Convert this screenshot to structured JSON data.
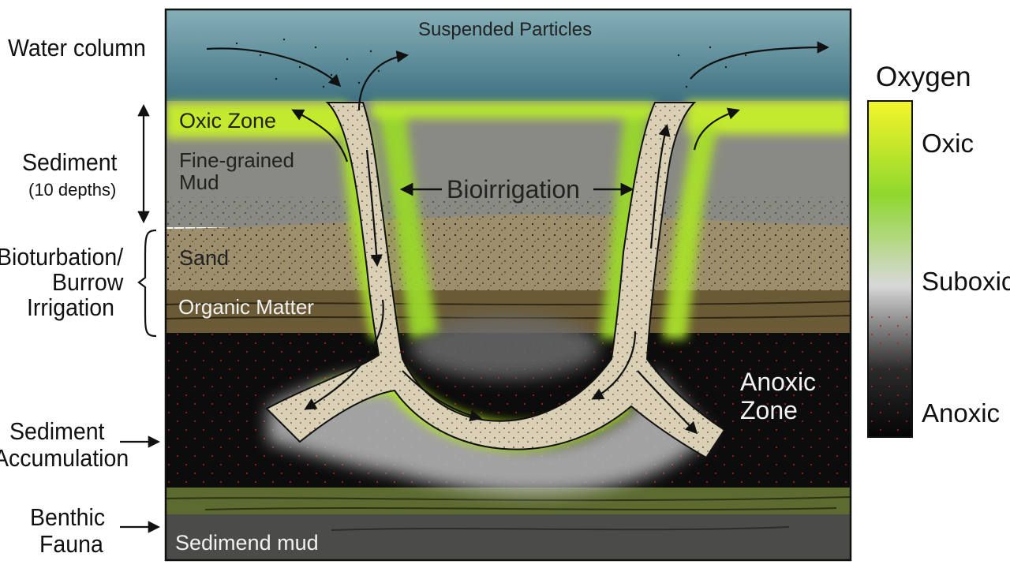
{
  "left_labels": {
    "water_column": "Water column",
    "sediment": "Sediment",
    "sediment_sub": "(10 depths)",
    "bioturbation": [
      "Bioturbation/",
      "Burrow",
      "Irrigation"
    ],
    "sediment_accumulation": [
      "Sediment",
      "Accumulation"
    ],
    "benthic_fauna": [
      "Benthic",
      "Fauna"
    ]
  },
  "inner_labels": {
    "suspended_particles": "Suspended Particles",
    "oxic_zone": "Oxic Zone",
    "fine_grained_mud": [
      "Fine-grained",
      "Mud"
    ],
    "bioirrigation": "Bioirrigation",
    "sand": "Sand",
    "organic_matter": "Organic Matter",
    "anoxic_zone": [
      "Anoxic",
      "Zone"
    ],
    "sediment_mud": "Sedimend mud"
  },
  "legend": {
    "title": "Oxygen",
    "ticks": [
      "Oxic",
      "Suboxic",
      "Anoxic"
    ]
  },
  "colors": {
    "water_top": "#7fa9b2",
    "water_bottom": "#3f7282",
    "mud": "#8a8a82",
    "sand": "#9a8b6a",
    "organic": "#6e5a35",
    "anoxic": "#0c0c0c",
    "burrow": "#d8cfb5",
    "oxic_glow": "#b8ef1f",
    "base_green": "#5f6e33",
    "base_mud": "#4a4a48"
  }
}
